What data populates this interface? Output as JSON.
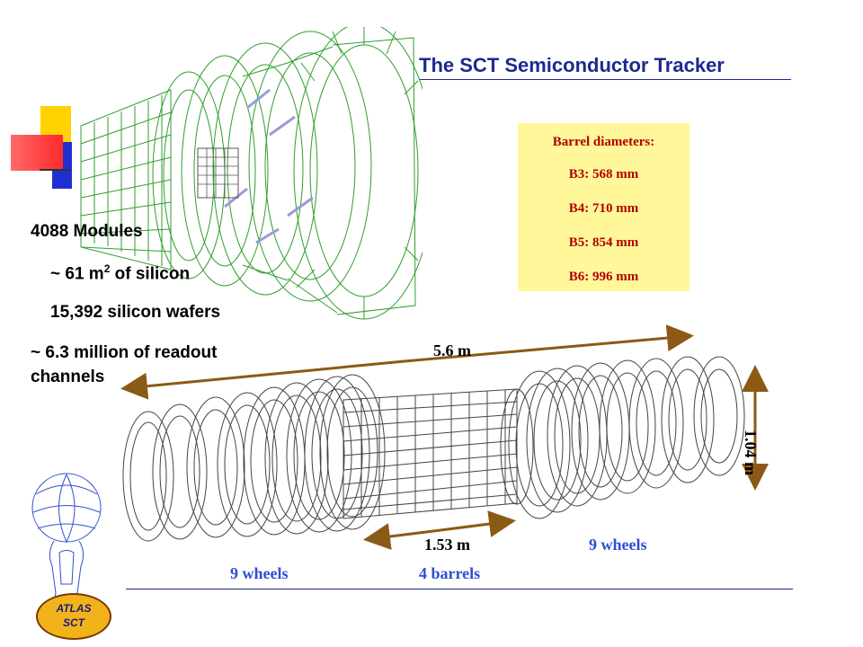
{
  "slide": {
    "title": "The SCT Semiconductor Tracker",
    "stats": {
      "modules": "4088 Modules",
      "area_prefix": "~ 61 m",
      "area_sup": "2",
      "area_suffix": " of silicon",
      "wafers": "15,392 silicon wafers",
      "readout_line1": "~ 6.3 million of readout",
      "readout_line2": "channels"
    },
    "barrel_box": {
      "heading": "Barrel diameters:",
      "rows": [
        "B3: 568 mm",
        "B4: 710 mm",
        "B5: 854 mm",
        "B6: 996 mm"
      ]
    },
    "dimensions": {
      "length_total": "5.6 m",
      "height": "1.04 m",
      "barrel_length": "1.53 m"
    },
    "labels": {
      "wheels_left": "9 wheels",
      "wheels_right": "9 wheels",
      "barrels": "4 barrels"
    },
    "logo": {
      "line1": "ATLAS",
      "line2": "SCT"
    },
    "colors": {
      "title": "#1c2a8f",
      "mesh_green": "#2f9e2f",
      "barrel_box_bg": "#fff799",
      "barrel_text": "#b00000",
      "arrow": "#8b5a16",
      "label_blue": "#2d4fd0"
    }
  }
}
